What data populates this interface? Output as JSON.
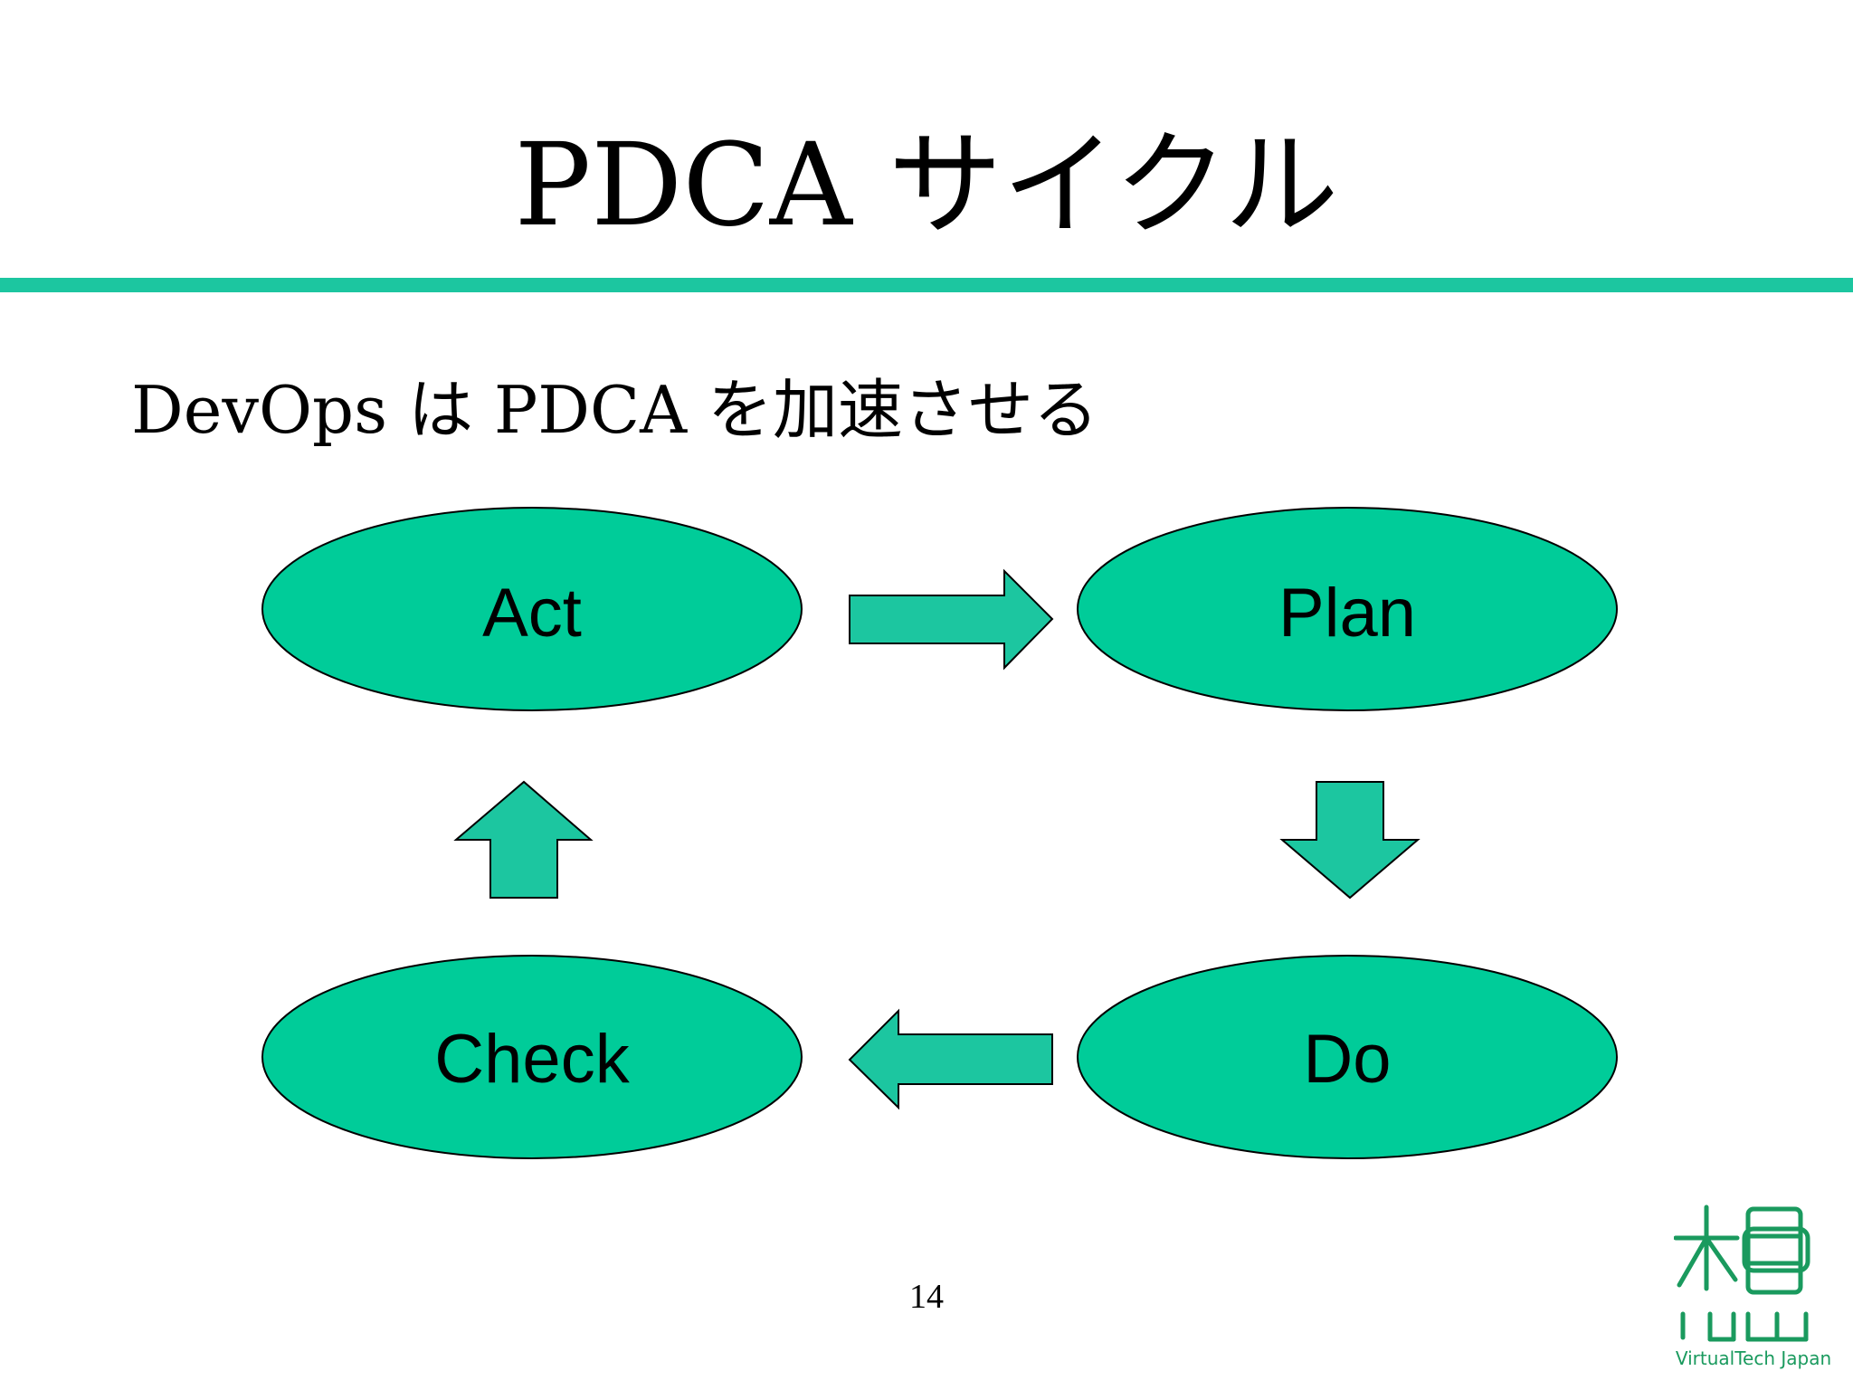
{
  "slide": {
    "title": "PDCA サイクル",
    "subtitle": "DevOps は PDCA を加速させる",
    "page_number": "14"
  },
  "diagram": {
    "nodes": {
      "act": "Act",
      "plan": "Plan",
      "do": "Do",
      "check": "Check"
    },
    "colors": {
      "node_fill": "#00cc99",
      "arrow_fill": "#1cc6a0",
      "rule": "#1cc6a0",
      "outline": "#000000"
    }
  },
  "logo": {
    "caption": "VirtualTech Japan",
    "color": "#1a9a5e"
  }
}
